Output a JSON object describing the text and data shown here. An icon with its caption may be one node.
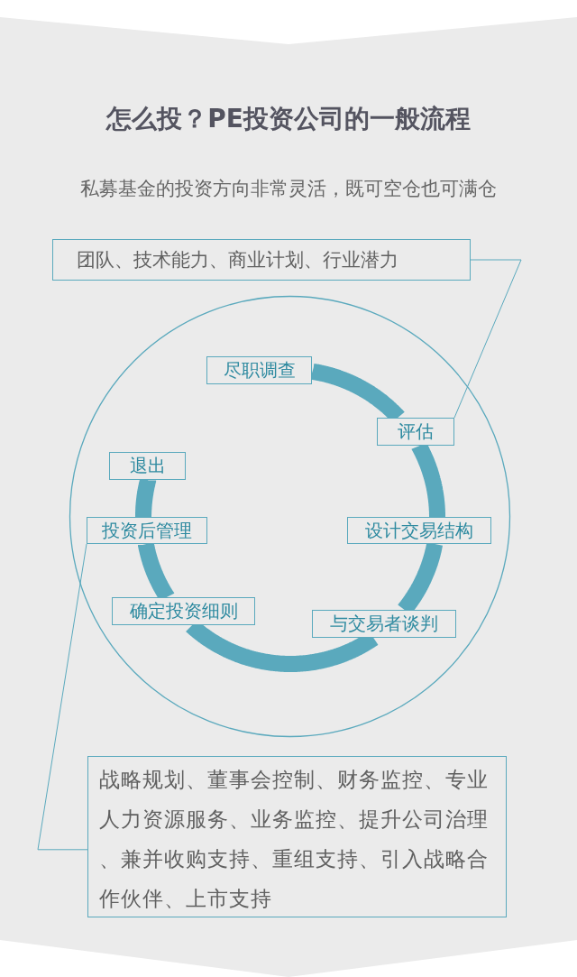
{
  "diagram": {
    "title": "怎么投？PE投资公司的一般流程",
    "nodes": [
      {
        "text": [
          "团队、技术能力、商业计划、行业潜力"
        ]
      },
      {
        "text": [],
        "shape": "circle"
      },
      {
        "text": [
          "尽职调查"
        ],
        "in": 1
      },
      {
        "text": [
          "评估"
        ],
        "in": 1
      },
      {
        "text": [
          "设计交易结构"
        ],
        "in": 1
      },
      {
        "text": [
          "与交易者谈判"
        ],
        "in": 1
      },
      {
        "text": [
          "确定投资细则"
        ],
        "in": 1
      },
      {
        "text": [
          "投资后管理"
        ],
        "in": 1
      },
      {
        "text": [
          "退出"
        ],
        "in": 1
      },
      {
        "text": [
          "战略规划、董事会控制、财务监控、专业人力资源服务、业务监控、提升公司治理、兼并收购支持、重组支持、引入战略合作伙伴、上市支持"
        ]
      }
    ],
    "edges": [
      {
        "from": 0,
        "to": 3,
        "arrow": "none"
      },
      {
        "from": 2,
        "to": 3,
        "arrow": "none"
      },
      {
        "from": 3,
        "to": 4,
        "arrow": "none"
      },
      {
        "from": 4,
        "to": 5,
        "arrow": "none"
      },
      {
        "from": 5,
        "to": 6,
        "arrow": "none"
      },
      {
        "from": 6,
        "to": 7,
        "arrow": "none"
      },
      {
        "from": 7,
        "to": 8,
        "arrow": "none"
      },
      {
        "from": 7,
        "to": 9,
        "arrow": "none"
      }
    ],
    "labels": [
      "私募基金的投资方向非常灵活，既可空仓也可满仓"
    ]
  }
}
